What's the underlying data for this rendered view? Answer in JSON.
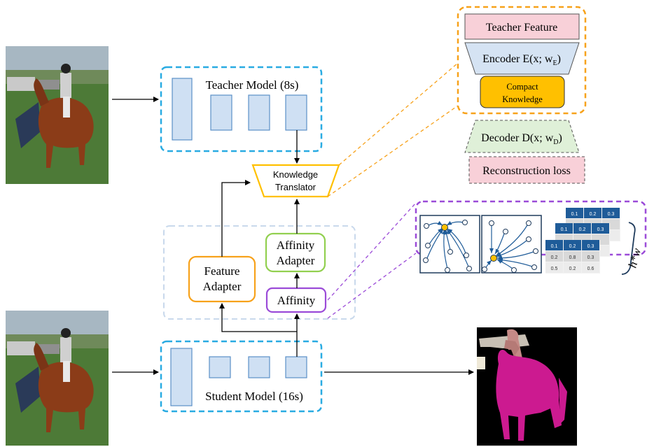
{
  "teacher_model": {
    "label": "Teacher Model (8s)"
  },
  "student_model": {
    "label": "Student Model (16s)"
  },
  "knowledge_translator": {
    "line1": "Knowledge",
    "line2": "Translator"
  },
  "feature_adapter": {
    "line1": "Feature",
    "line2": "Adapter"
  },
  "affinity_adapter": {
    "line1": "Affinity",
    "line2": "Adapter"
  },
  "affinity": {
    "label": "Affinity"
  },
  "autoencoder": {
    "teacher_feature": "Teacher Feature",
    "encoder": {
      "text": "Encoder E(x; w",
      "sub": "E",
      "close": ")"
    },
    "compact_knowledge": {
      "line1": "Compact",
      "line2": "Knowledge"
    },
    "decoder": {
      "text": "Decoder D(x; w",
      "sub": "D",
      "close": ")"
    },
    "reconstruction_loss": "Reconstruction loss"
  },
  "affinity_matrix": {
    "header": [
      "0.1",
      "0.2",
      "0.3"
    ],
    "rows": [
      [
        "0.2",
        "0.8",
        "0.3"
      ],
      [
        "0.5",
        "0.2",
        "0.6"
      ]
    ],
    "dim_label": "h*w"
  },
  "colors": {
    "dashed_blue": "#29abe2",
    "light_blue_fill": "#cfe0f3",
    "block_stroke": "#5b8fc7",
    "orange": "#f7a21b",
    "gold": "#ffc000",
    "green": "#92d050",
    "purple": "#9b4bd8",
    "pink": "#f8d0d8",
    "encoder_blue": "#d5e3f3",
    "decoder_green": "#dff0d8",
    "matrix_header": "#1f5c99",
    "magenta": "#cc1a90"
  }
}
